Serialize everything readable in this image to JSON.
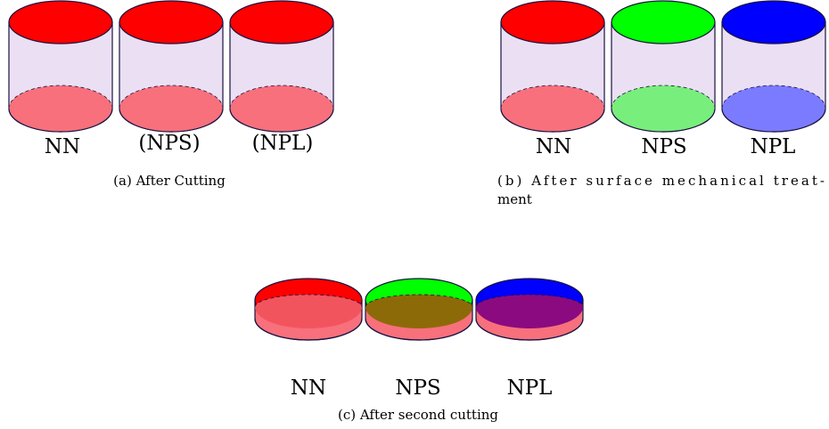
{
  "colors": {
    "red_top": "#ff0000",
    "green_top": "#00ff00",
    "blue_top": "#0000ff",
    "red_bottom": "#f7707c",
    "green_bottom": "#78ee7c",
    "blue_bottom": "#7b7bff",
    "body_fill": "#ebe0f3",
    "outline": "#1a1240",
    "olive_overlap": "#8d6a08",
    "purple_overlap": "#8b0a80",
    "dark_red_overlap": "#f2545e"
  },
  "panels": {
    "a": {
      "labels": [
        "NN",
        "(NPS)",
        "(NPL)"
      ],
      "caption": "(a) After Cutting"
    },
    "b": {
      "labels": [
        "NN",
        "NPS",
        "NPL"
      ],
      "caption_line1": "(b)  After  surface  mechanical  treat-",
      "caption_line2": "ment"
    },
    "c": {
      "labels": [
        "NN",
        "NPS",
        "NPL"
      ],
      "caption": "(c) After second cutting"
    }
  }
}
